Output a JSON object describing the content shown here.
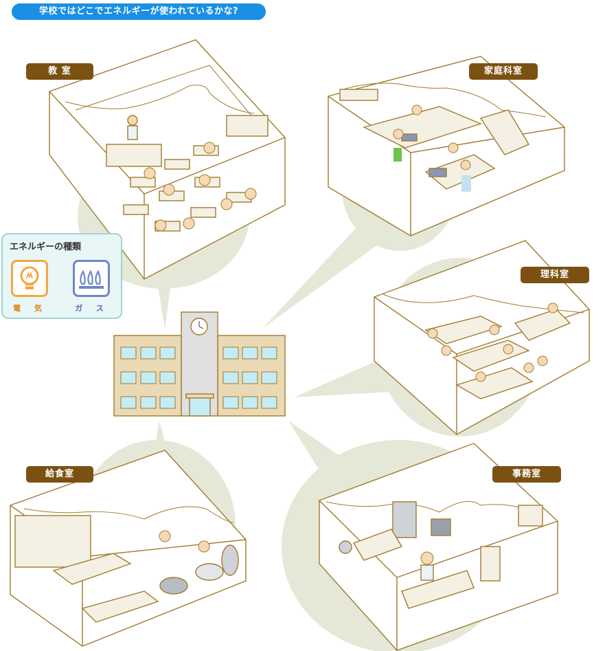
{
  "header": {
    "question": "学校ではどこでエネルギーが使われているかな?"
  },
  "rooms": {
    "classroom": "教 室",
    "home_economics": "家庭科室",
    "science": "理科室",
    "kitchen": "給食室",
    "office": "事務室"
  },
  "legend": {
    "title": "エネルギーの種類",
    "electricity": "電 気",
    "gas": "ガ ス"
  },
  "colors": {
    "title_bg": "#1a8fe3",
    "label_bg": "#7b5112",
    "outline": "#a07a2c",
    "bubble": "#e5e8d7",
    "building": "#ead9b5",
    "window": "#c4ecf5",
    "electric_icon": "#f5a640",
    "gas_icon": "#6f86c8"
  }
}
